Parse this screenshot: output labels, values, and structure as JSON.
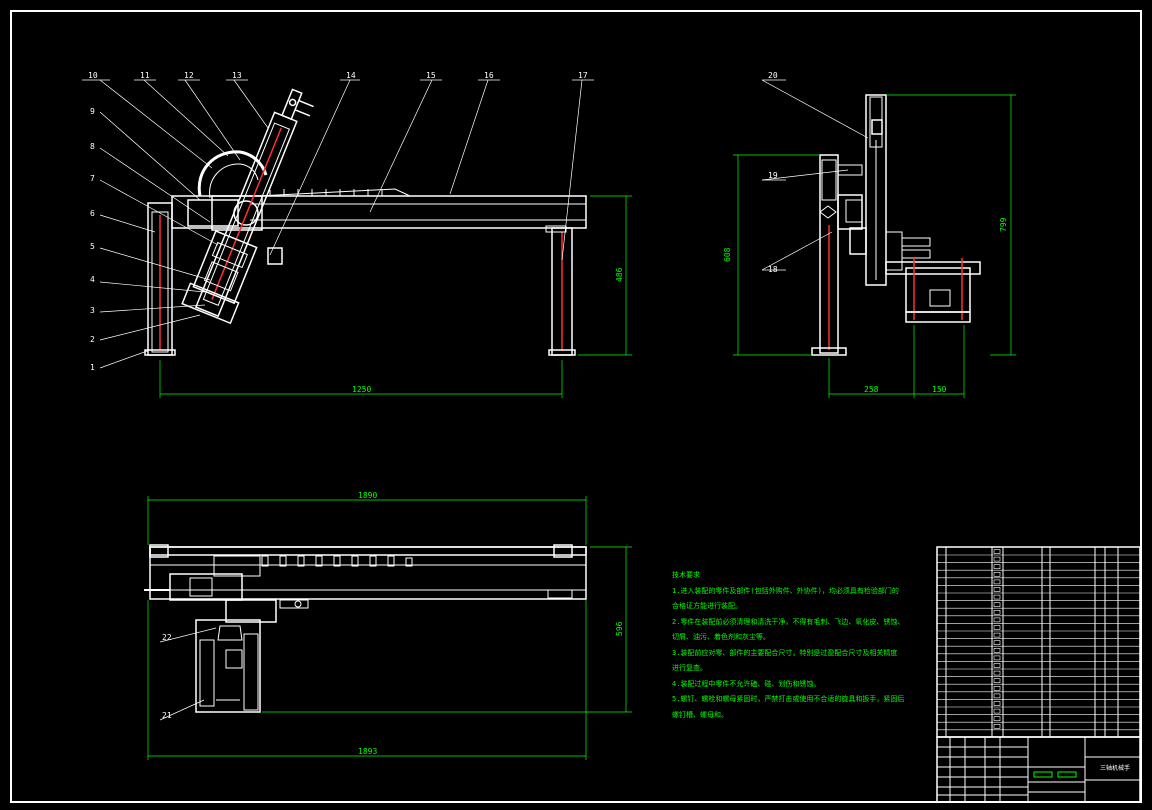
{
  "drawing": {
    "callouts": [
      "1",
      "2",
      "3",
      "4",
      "5",
      "6",
      "7",
      "8",
      "9",
      "10",
      "11",
      "12",
      "13",
      "14",
      "15",
      "16",
      "17",
      "18",
      "19",
      "20",
      "21",
      "22"
    ],
    "dimensions": {
      "front_width": "1250",
      "front_height": "486",
      "side_height_left": "608",
      "side_height_right": "799",
      "side_base_left": "258",
      "side_base_right": "150",
      "top_length_upper": "1890",
      "top_length_lower": "1893",
      "top_height": "596"
    },
    "tech_notes": {
      "title": "技术要求",
      "lines": [
        "1.进入装配的零件及部件(包括外购件、外协件)，均必须具有检验部门的",
        "合格证方能进行装配。",
        "2.零件在装配前必须清理和清洗干净，不得有毛刺、飞边、氧化皮、锈蚀、",
        "切屑、油污、着色剂和灰尘等。",
        "3.装配前应对零、部件的主要配合尺寸，特别是过盈配合尺寸及相关精度",
        "进行复查。",
        "4.装配过程中零件不允许磕、碰、划伤和锈蚀。",
        "5.螺钉、螺栓和螺母紧固时，严禁打击或使用不合适的旋具和扳手，紧固后",
        "螺钉槽、螺母和。"
      ]
    },
    "title_block": {
      "name": "三轴机械手"
    }
  }
}
